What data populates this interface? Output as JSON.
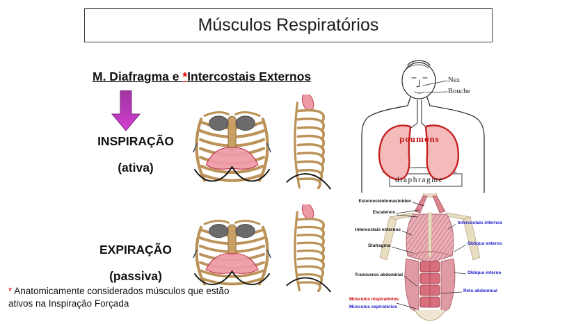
{
  "slide": {
    "title": "Músculos Respiratórios",
    "heading": {
      "part1": "M. Diafragma e ",
      "asterisk": "*",
      "part2": "Intercostais Externos"
    },
    "inspiration": {
      "label": "INSPIRAÇÃO",
      "mode": "(ativa)"
    },
    "expiration": {
      "label": "EXPIRAÇÃO",
      "mode": "(passiva)"
    },
    "footnote": {
      "asterisk": "*",
      "text": " Anatomicamente considerados músculos que estão ativos na Inspiração Forçada"
    },
    "accent_colors": {
      "asterisk_red": "#e80000",
      "arrow_magenta": "#c23ac2"
    }
  },
  "sketch": {
    "nez": "Nez",
    "bouche": "Bouche",
    "poumons": "poumons",
    "diaphragme": "diaphragme"
  },
  "muscle_diagram": {
    "labels_black": [
      "Esternocleidomastoideo",
      "Escalenos",
      "Intercostais externos",
      "Diafragma",
      "Transverso abdominal"
    ],
    "labels_blue": [
      "Intercostais internos",
      "Obliquo externo",
      "Obliquo interno",
      "Reto abdominal"
    ],
    "legend_red": "Músculos inspiratórios",
    "legend_blue": "Músculos expiratórios",
    "colors": {
      "inspiratory": "#cc0000",
      "expiratory": "#1a1acc"
    }
  }
}
